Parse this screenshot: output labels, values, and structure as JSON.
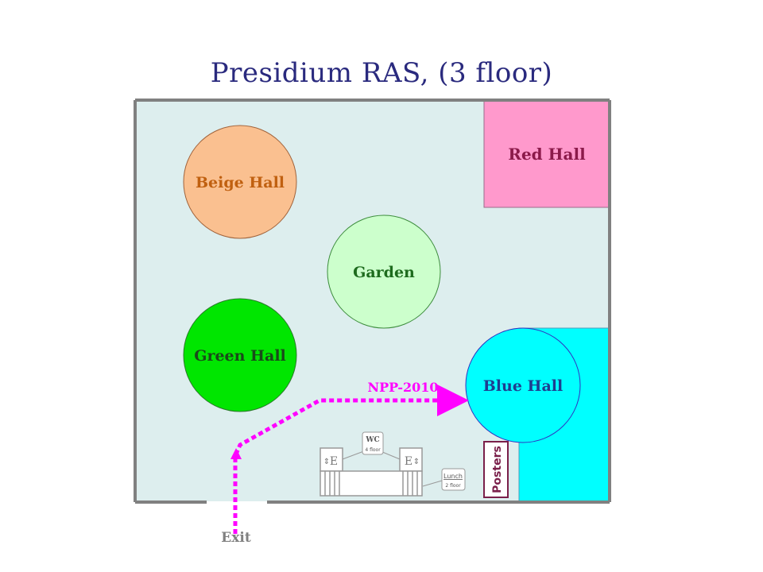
{
  "title": "Presidium RAS, (3 floor)",
  "halls": {
    "red": {
      "label": "Red Hall",
      "color": "#ff99cc",
      "text_color": "#8b1a4a"
    },
    "beige": {
      "label": "Beige Hall",
      "color": "#fac090",
      "text_color": "#c06010"
    },
    "garden": {
      "label": "Garden",
      "color": "#ccffcc",
      "text_color": "#1e6b1e"
    },
    "green": {
      "label": "Green Hall",
      "color": "#00e600",
      "text_color": "#1a4a1a"
    },
    "blue": {
      "label": "Blue Hall",
      "color": "#00ffff",
      "text_color": "#1f3d8f"
    }
  },
  "route": {
    "label": "NPP-2010",
    "color": "#ff00ff"
  },
  "posters": {
    "label": "Posters",
    "color": "#7a1f4a"
  },
  "elevators": {
    "left_label": "E",
    "right_label": "E"
  },
  "wc": {
    "label": "WC",
    "sublabel": "4 floor"
  },
  "lunch": {
    "label": "Lunch",
    "sublabel": "2 floor"
  },
  "exit": {
    "label": "Exit"
  }
}
